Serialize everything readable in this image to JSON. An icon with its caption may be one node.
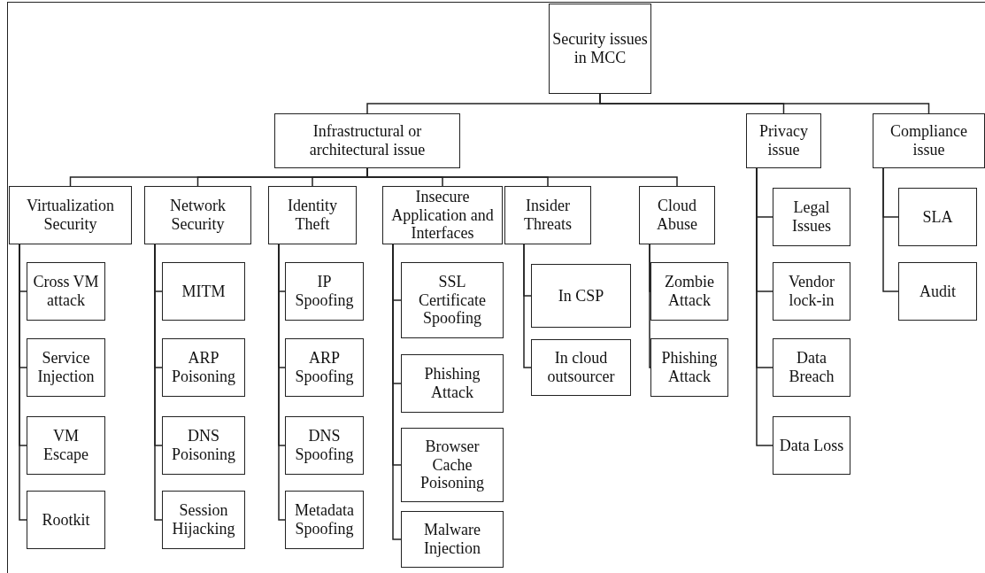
{
  "diagram": {
    "nodes": [
      {
        "text": [
          "Security issues in MCC"
        ]
      },
      {
        "text": [
          "Infrastructural or architectural issue"
        ]
      },
      {
        "text": [
          "Privacy issue"
        ]
      },
      {
        "text": [
          "Compliance issue"
        ]
      },
      {
        "text": [
          "Virtualization Security"
        ]
      },
      {
        "text": [
          "Network Security"
        ]
      },
      {
        "text": [
          "Identity Theft"
        ]
      },
      {
        "text": [
          "Insecure Application and Interfaces"
        ]
      },
      {
        "text": [
          "Insider Threats"
        ]
      },
      {
        "text": [
          "Cloud Abuse"
        ]
      },
      {
        "text": [
          "Cross VM attack"
        ]
      },
      {
        "text": [
          "Service Injection"
        ]
      },
      {
        "text": [
          "VM Escape"
        ]
      },
      {
        "text": [
          "Rootkit"
        ]
      },
      {
        "text": [
          "MITM"
        ]
      },
      {
        "text": [
          "ARP Poisoning"
        ]
      },
      {
        "text": [
          "DNS Poisoning"
        ]
      },
      {
        "text": [
          "Session Hijacking"
        ]
      },
      {
        "text": [
          "IP Spoofing"
        ]
      },
      {
        "text": [
          "ARP Spoofing"
        ]
      },
      {
        "text": [
          "DNS Spoofing"
        ]
      },
      {
        "text": [
          "Metadata Spoofing"
        ]
      },
      {
        "text": [
          "SSL Certificate Spoofing"
        ]
      },
      {
        "text": [
          "Phishing Attack"
        ]
      },
      {
        "text": [
          "Browser Cache Poisoning"
        ]
      },
      {
        "text": [
          "Malware Injection"
        ]
      },
      {
        "text": [
          "In CSP"
        ]
      },
      {
        "text": [
          "In cloud outsourcer"
        ]
      },
      {
        "text": [
          "Zombie Attack"
        ]
      },
      {
        "text": [
          "Phishing Attack"
        ]
      },
      {
        "text": [
          "Legal Issues"
        ]
      },
      {
        "text": [
          "Vendor lock-in"
        ]
      },
      {
        "text": [
          "Data Breach"
        ]
      },
      {
        "text": [
          "Data Loss"
        ]
      },
      {
        "text": [
          "SLA"
        ]
      },
      {
        "text": [
          "Audit"
        ]
      }
    ],
    "edges": [
      {
        "from": 0,
        "to": 1,
        "arrow": "none"
      },
      {
        "from": 0,
        "to": 2,
        "arrow": "none"
      },
      {
        "from": 0,
        "to": 3,
        "arrow": "none"
      },
      {
        "from": 1,
        "to": 4,
        "arrow": "none"
      },
      {
        "from": 1,
        "to": 5,
        "arrow": "none"
      },
      {
        "from": 1,
        "to": 6,
        "arrow": "none"
      },
      {
        "from": 1,
        "to": 7,
        "arrow": "none"
      },
      {
        "from": 1,
        "to": 8,
        "arrow": "none"
      },
      {
        "from": 1,
        "to": 9,
        "arrow": "none"
      },
      {
        "from": 4,
        "to": 10,
        "arrow": "none"
      },
      {
        "from": 4,
        "to": 11,
        "arrow": "none"
      },
      {
        "from": 4,
        "to": 12,
        "arrow": "none"
      },
      {
        "from": 4,
        "to": 13,
        "arrow": "none"
      },
      {
        "from": 5,
        "to": 14,
        "arrow": "none"
      },
      {
        "from": 5,
        "to": 15,
        "arrow": "none"
      },
      {
        "from": 5,
        "to": 16,
        "arrow": "none"
      },
      {
        "from": 5,
        "to": 17,
        "arrow": "none"
      },
      {
        "from": 6,
        "to": 18,
        "arrow": "none"
      },
      {
        "from": 6,
        "to": 19,
        "arrow": "none"
      },
      {
        "from": 6,
        "to": 20,
        "arrow": "none"
      },
      {
        "from": 6,
        "to": 21,
        "arrow": "none"
      },
      {
        "from": 7,
        "to": 22,
        "arrow": "none"
      },
      {
        "from": 7,
        "to": 23,
        "arrow": "none"
      },
      {
        "from": 7,
        "to": 24,
        "arrow": "none"
      },
      {
        "from": 7,
        "to": 25,
        "arrow": "none"
      },
      {
        "from": 8,
        "to": 26,
        "arrow": "none"
      },
      {
        "from": 8,
        "to": 27,
        "arrow": "none"
      },
      {
        "from": 9,
        "to": 28,
        "arrow": "none"
      },
      {
        "from": 9,
        "to": 29,
        "arrow": "none"
      },
      {
        "from": 2,
        "to": 30,
        "arrow": "none"
      },
      {
        "from": 2,
        "to": 31,
        "arrow": "none"
      },
      {
        "from": 2,
        "to": 32,
        "arrow": "none"
      },
      {
        "from": 2,
        "to": 33,
        "arrow": "none"
      },
      {
        "from": 3,
        "to": 34,
        "arrow": "none"
      },
      {
        "from": 3,
        "to": 35,
        "arrow": "none"
      }
    ]
  }
}
